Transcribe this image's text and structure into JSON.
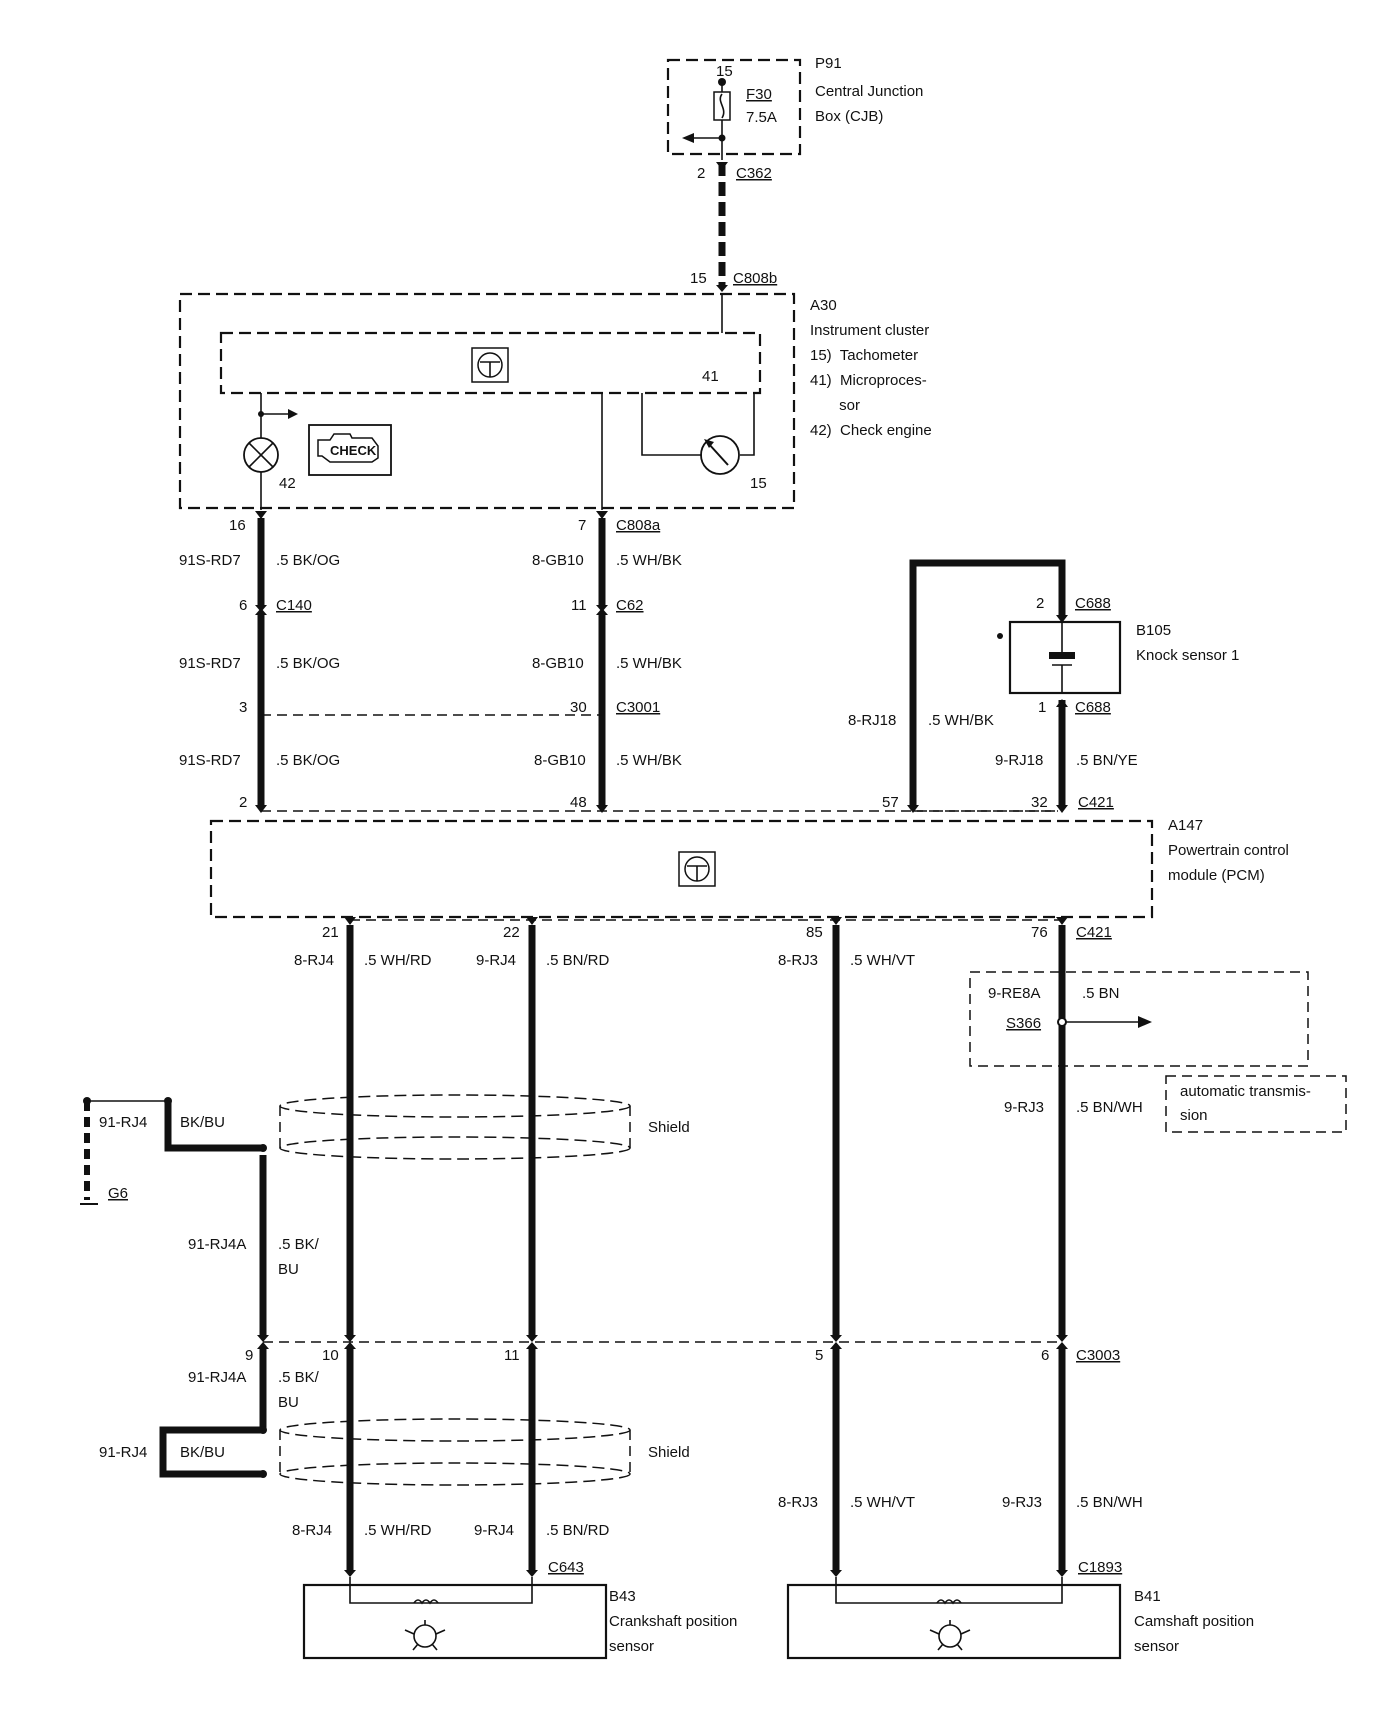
{
  "cjb": {
    "id": "P91",
    "line1": "Central Junction",
    "line2": "Box (CJB)",
    "pin": "15",
    "fuse": "F30",
    "rating": "7.5A",
    "out_pin": "2",
    "connector": "C362"
  },
  "cluster": {
    "in_pin": "15",
    "in_connector": "C808b",
    "id": "A30",
    "line1": "Instrument cluster",
    "items": [
      "15)  Tachometer",
      "41)  Microproces-",
      "       sor",
      "42)  Check engine"
    ],
    "label_41": "41",
    "label_42": "42",
    "label_15": "15",
    "check_text": "CHECK"
  },
  "upper_wires": {
    "left": {
      "pin_top": "16",
      "circuit": "91S-RD7",
      "color": ".5 BK/OG",
      "pin_mid": "6",
      "conn_mid": "C140",
      "pin_low": "3",
      "pin_bot": "2"
    },
    "right": {
      "pin_top": "7",
      "conn_top": "C808a",
      "circuit": "8-GB10",
      "color": ".5 WH/BK",
      "pin_mid": "11",
      "conn_mid": "C62",
      "pin_low": "30",
      "conn_low": "C3001",
      "circuit_low": "8-GB10",
      "pin_bot": "48"
    }
  },
  "knock": {
    "pin_top": "2",
    "conn_top": "C688",
    "id": "B105",
    "name": "Knock sensor 1",
    "pin_bot": "1",
    "conn_bot": "C688",
    "left_circuit": "8-RJ18",
    "left_color": ".5 WH/BK",
    "right_circuit": "9-RJ18",
    "right_color": ".5 BN/YE",
    "pin_57": "57",
    "pin_32": "32",
    "conn": "C421"
  },
  "pcm": {
    "id": "A147",
    "line1": "Powertrain control",
    "line2": "module (PCM)"
  },
  "lower": {
    "pins": [
      "21",
      "22",
      "85",
      "76"
    ],
    "conn": "C421",
    "w1": {
      "circuit": "8-RJ4",
      "color": ".5 WH/RD"
    },
    "w2": {
      "circuit": "9-RJ4",
      "color": ".5 BN/RD"
    },
    "w3": {
      "circuit": "8-RJ3",
      "color": ".5 WH/VT"
    },
    "w4": {
      "circuit": "9-RE8A",
      "color": ".5 BN",
      "splice": "S366",
      "circuit_b": "9-RJ3",
      "color_b": ".5 BN/WH"
    },
    "trans_note": [
      "automatic transmis-",
      "sion"
    ]
  },
  "shield1": {
    "circuit": "91-RJ4",
    "color": "BK/BU",
    "label": "Shield",
    "ground": "G6",
    "drain_circuit": "91-RJ4A",
    "drain_color1": ".5 BK/",
    "drain_color2": "BU"
  },
  "c3003": {
    "pins": [
      "9",
      "10",
      "11",
      "5",
      "6"
    ],
    "conn": "C3003",
    "circuit": "91-RJ4A",
    "color1": ".5 BK/",
    "color2": "BU"
  },
  "shield2": {
    "circuit": "91-RJ4",
    "color": "BK/BU",
    "label": "Shield"
  },
  "bottom": {
    "w1": {
      "circuit": "8-RJ4",
      "color": ".5 WH/RD"
    },
    "w2": {
      "circuit": "9-RJ4",
      "color": ".5 BN/RD"
    },
    "w3": {
      "circuit": "8-RJ3",
      "color": ".5 WH/VT"
    },
    "w4": {
      "circuit": "9-RJ3",
      "color": ".5 BN/WH"
    },
    "conn_crank": "C643",
    "conn_cam": "C1893"
  },
  "crank": {
    "id": "B43",
    "line1": "Crankshaft position",
    "line2": "sensor"
  },
  "cam": {
    "id": "B41",
    "line1": "Camshaft position",
    "line2": "sensor"
  }
}
